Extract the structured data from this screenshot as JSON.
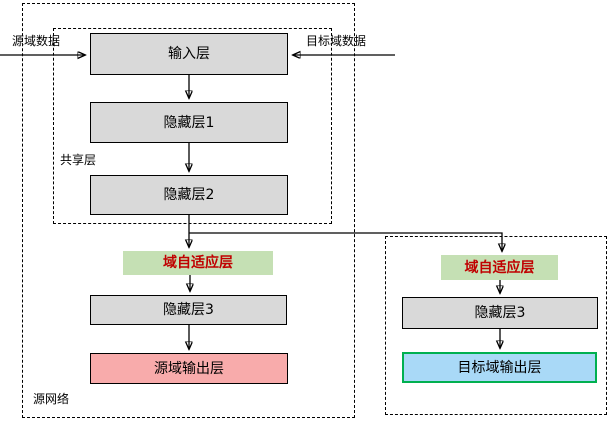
{
  "labels": {
    "source_domain_data": "源域数据",
    "target_domain_data": "目标域数据",
    "shared_layer": "共享层",
    "source_network": "源网络"
  },
  "source_branch": {
    "input_layer": "输入层",
    "hidden_layer_1": "隐藏层1",
    "hidden_layer_2": "隐藏层2",
    "domain_adaptation_layer": "域自适应层",
    "hidden_layer_3": "隐藏层3",
    "output_layer": "源域输出层"
  },
  "target_branch": {
    "domain_adaptation_layer": "域自适应层",
    "hidden_layer_3": "隐藏层3",
    "output_layer": "目标域输出层"
  },
  "colors": {
    "node_fill_gray": "#d9d9d9",
    "adapt_fill_green": "#c5e0b4",
    "adapt_text_red": "#c00000",
    "source_output_fill_pink": "#f8abab",
    "target_output_fill_blue": "#a9d9f7",
    "target_output_border_green": "#00b050",
    "line_color": "#000000"
  }
}
